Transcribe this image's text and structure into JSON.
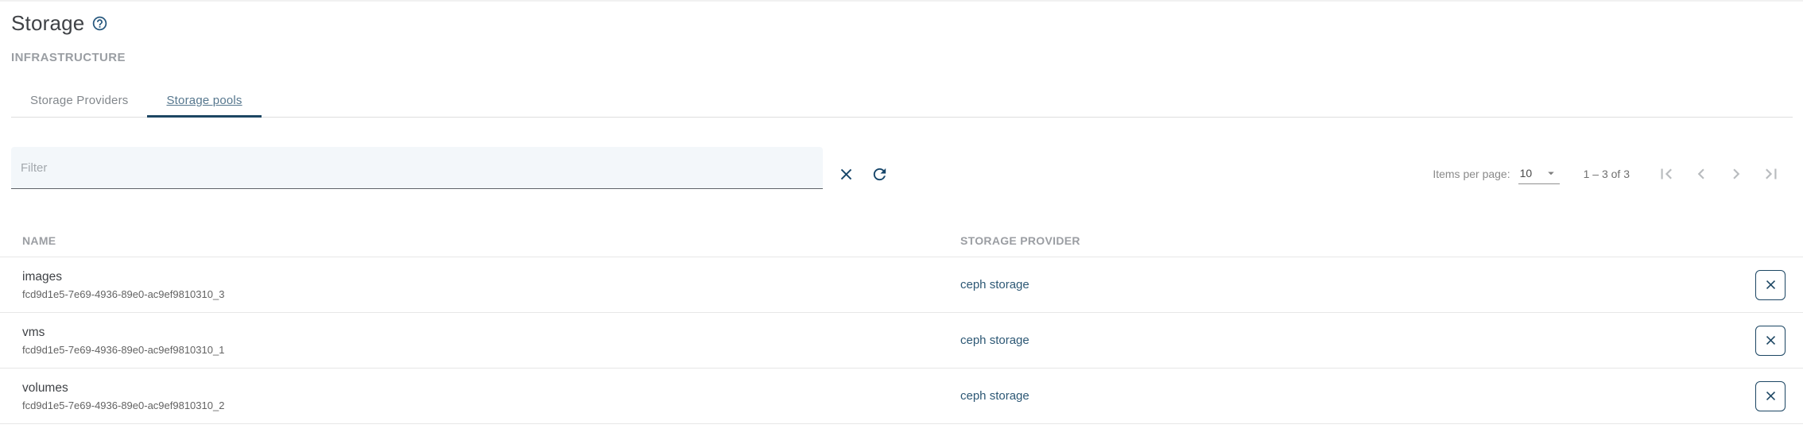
{
  "colors": {
    "accent_navy": "#1c4663",
    "link": "#2d5875",
    "filter_bg": "#f3f7fa"
  },
  "page": {
    "title": "Storage",
    "section_label": "INFRASTRUCTURE"
  },
  "tabs": [
    {
      "label": "Storage Providers",
      "active": false
    },
    {
      "label": "Storage pools",
      "active": true
    }
  ],
  "filter": {
    "placeholder": "Filter",
    "value": ""
  },
  "toolbar_icons": {
    "clear": "clear-x-icon",
    "refresh": "refresh-icon"
  },
  "paginator": {
    "items_per_page_label": "Items per page:",
    "page_size": "10",
    "range_label": "1 – 3 of 3"
  },
  "table": {
    "columns": [
      "NAME",
      "STORAGE PROVIDER"
    ],
    "rows": [
      {
        "name": "images",
        "id": "fcd9d1e5-7e69-4936-89e0-ac9ef9810310_3",
        "provider": "ceph storage"
      },
      {
        "name": "vms",
        "id": "fcd9d1e5-7e69-4936-89e0-ac9ef9810310_1",
        "provider": "ceph storage"
      },
      {
        "name": "volumes",
        "id": "fcd9d1e5-7e69-4936-89e0-ac9ef9810310_2",
        "provider": "ceph storage"
      }
    ]
  }
}
